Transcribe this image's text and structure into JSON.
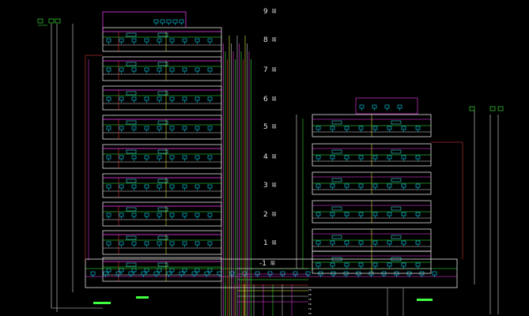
{
  "floors": [
    {
      "label": "9",
      "suffix": "层"
    },
    {
      "label": "8",
      "suffix": "层"
    },
    {
      "label": "7",
      "suffix": "层"
    },
    {
      "label": "6",
      "suffix": "层"
    },
    {
      "label": "5",
      "suffix": "层"
    },
    {
      "label": "4",
      "suffix": "层"
    },
    {
      "label": "3",
      "suffix": "层"
    },
    {
      "label": "2",
      "suffix": "层"
    },
    {
      "label": "1",
      "suffix": "层"
    },
    {
      "label": "-1",
      "suffix": "层"
    }
  ],
  "left_building_floor_count": 9,
  "right_building_floor_count": 6,
  "legend": {
    "rows": [
      {
        "key": "TR",
        "val": ""
      },
      {
        "key": "TR",
        "val": ""
      },
      {
        "key": "TR",
        "val": ""
      },
      {
        "key": "TR",
        "val": ""
      },
      {
        "key": "TR",
        "val": ""
      },
      {
        "key": "TR",
        "val": ""
      }
    ]
  },
  "colors": {
    "background": "#000000",
    "wire_white": "#e0e0e0",
    "wire_magenta": "#ff40ff",
    "wire_green": "#40ff40",
    "wire_red": "#ff4040",
    "wire_yellow": "#ffff40",
    "wire_cyan": "#40ffff",
    "device_cyan": "#00e0ff",
    "frame": "#ffffff"
  }
}
